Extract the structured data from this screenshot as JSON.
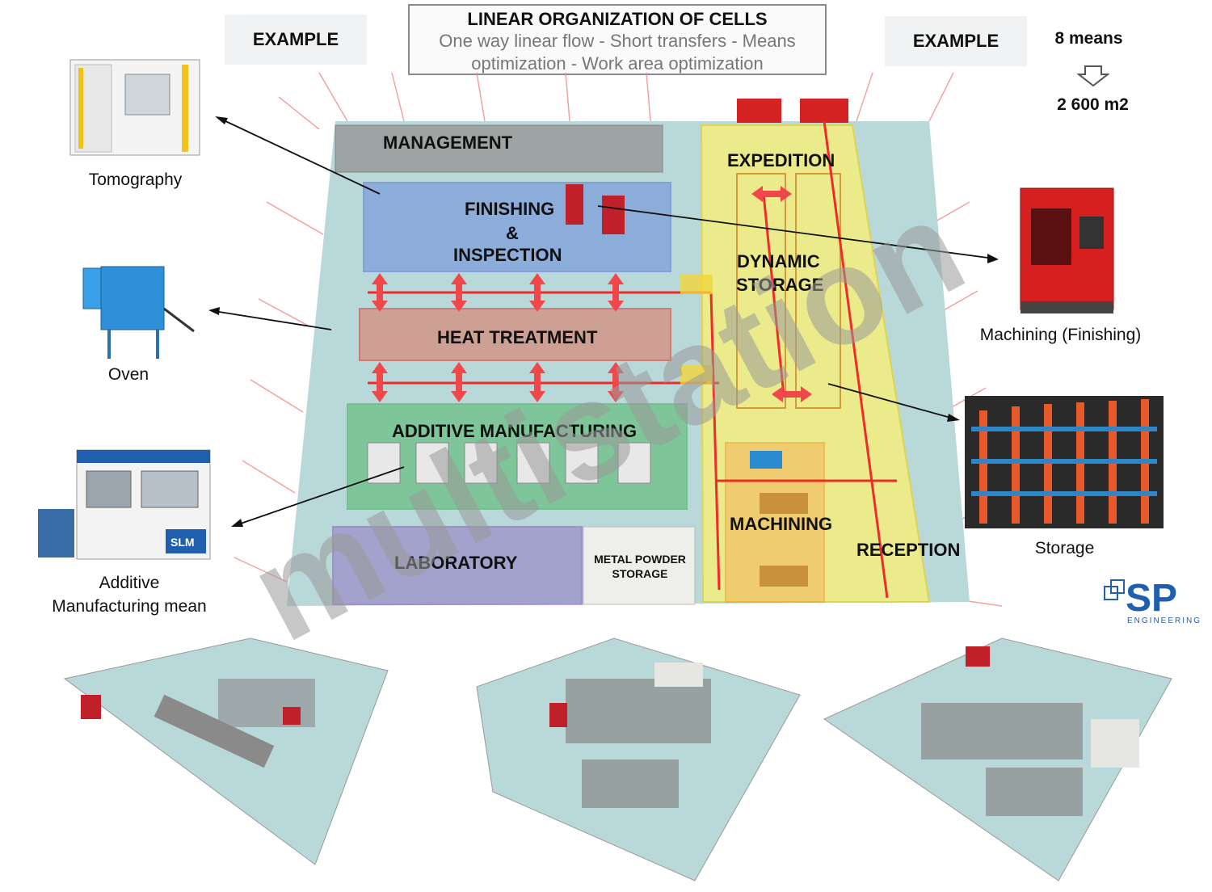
{
  "header": {
    "title": "LINEAR ORGANIZATION OF CELLS",
    "subtitle_line1": "One way linear flow - Short transfers - Means",
    "subtitle_line2": "optimization - Work area optimization"
  },
  "example_left": "EXAMPLE",
  "example_right": "EXAMPLE",
  "means": {
    "count": "8 means",
    "area": "2 600 m2"
  },
  "zones": {
    "management": "MANAGEMENT",
    "finishing_1": "FINISHING",
    "finishing_2": "&",
    "finishing_3": "INSPECTION",
    "heat_treatment": "HEAT TREATMENT",
    "additive": "ADDITIVE MANUFACTURING",
    "laboratory": "LABORATORY",
    "powder_1": "METAL POWDER",
    "powder_2": "STORAGE",
    "expedition": "EXPEDITION",
    "dynamic_1": "DYNAMIC",
    "dynamic_2": "STORAGE",
    "machining": "MACHINING",
    "reception": "RECEPTION"
  },
  "captions": {
    "tomography": "Tomography",
    "oven": "Oven",
    "additive_1": "Additive",
    "additive_2": "Manufacturing mean",
    "machining_finishing": "Machining (Finishing)",
    "storage": "Storage"
  },
  "logo": {
    "mark": "SP",
    "subtitle": "ENGINEERING"
  },
  "watermark": "multistation",
  "colors": {
    "floor": "#b9d8d9",
    "management": "#9a9a9a",
    "finishing": "#1f3fd6",
    "heat": "#d52323",
    "additive": "#21a93a",
    "laboratory": "#7a3fb0",
    "storage_zone": "#f6ef7e",
    "machining": "#f09a2a",
    "flow_arrow": "#ef3b3b"
  }
}
